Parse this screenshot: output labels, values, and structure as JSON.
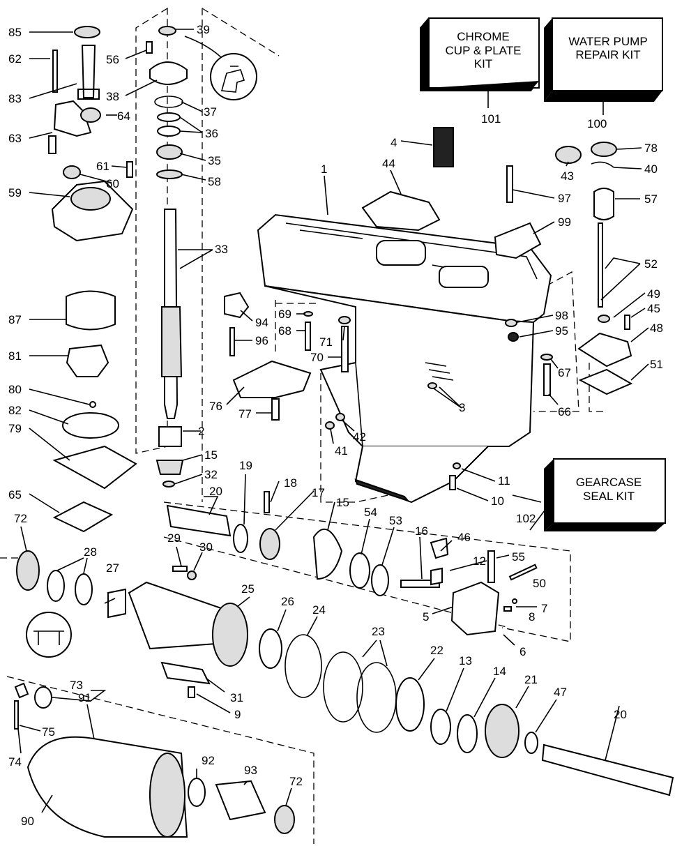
{
  "kits": [
    {
      "id": "101",
      "lines": [
        "CHROME",
        "CUP & PLATE",
        "KIT"
      ]
    },
    {
      "id": "100",
      "lines": [
        "WATER PUMP",
        "REPAIR KIT"
      ]
    },
    {
      "id": "102",
      "lines": [
        "GEARCASE",
        "SEAL KIT"
      ]
    }
  ],
  "labels": {
    "n85": "85",
    "n62": "62",
    "n83": "83",
    "n63": "63",
    "n56": "56",
    "n38": "38",
    "n39": "39",
    "n37": "37",
    "n36": "36",
    "n64": "64",
    "n35": "35",
    "n58": "58",
    "n61": "61",
    "n60": "60",
    "n59": "59",
    "n33": "33",
    "n87": "87",
    "n81": "81",
    "n80": "80",
    "n82": "82",
    "n79": "79",
    "n2": "2",
    "n15a": "15",
    "n32": "32",
    "n20a": "20",
    "n65": "65",
    "n72a": "72",
    "n28": "28",
    "n27": "27",
    "n29": "29",
    "n30": "30",
    "n19": "19",
    "n18": "18",
    "n17": "17",
    "n15b": "15",
    "n54": "54",
    "n53": "53",
    "n16": "16",
    "n46": "46",
    "n12": "12",
    "n55": "55",
    "n50": "50",
    "n7": "7",
    "n8": "8",
    "n5": "5",
    "n6": "6",
    "n25": "25",
    "n26": "26",
    "n24": "24",
    "n23": "23",
    "n22": "22",
    "n13": "13",
    "n14": "14",
    "n21": "21",
    "n47": "47",
    "n20b": "20",
    "n31": "31",
    "n9": "9",
    "n73": "73",
    "n91": "91",
    "n75": "75",
    "n74": "74",
    "n92": "92",
    "n93": "93",
    "n72b": "72",
    "n90": "90",
    "n4": "4",
    "n44": "44",
    "n1": "1",
    "n94": "94",
    "n69": "69",
    "n68": "68",
    "n96": "96",
    "n71": "71",
    "n70": "70",
    "n76": "76",
    "n77": "77",
    "n3": "3",
    "n42": "42",
    "n41": "41",
    "n11": "11",
    "n10": "10",
    "n43": "43",
    "n78": "78",
    "n40": "40",
    "n97": "97",
    "n57": "57",
    "n99": "99",
    "n52": "52",
    "n98": "98",
    "n95": "95",
    "n49": "49",
    "n45": "45",
    "n48": "48",
    "n51": "51",
    "n67": "67",
    "n66": "66"
  }
}
